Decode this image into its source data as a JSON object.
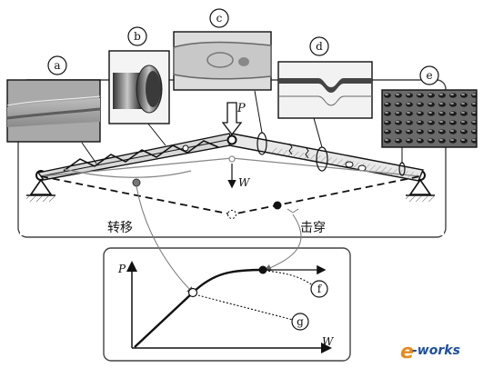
{
  "structure": {
    "load_label": "P",
    "deflection_label": "W",
    "transfer_label": "转移",
    "perforation_label": "击穿"
  },
  "insets": [
    {
      "id": "a"
    },
    {
      "id": "b"
    },
    {
      "id": "c"
    },
    {
      "id": "d"
    },
    {
      "id": "e"
    }
  ],
  "graph": {
    "y_axis_label": "P",
    "x_axis_label": "W",
    "branch_f": "f",
    "branch_g": "g"
  },
  "watermark": {
    "letter": "e",
    "text": "-works",
    "colors": {
      "e": "#e8891c",
      "text": "#1d4f9e"
    }
  }
}
